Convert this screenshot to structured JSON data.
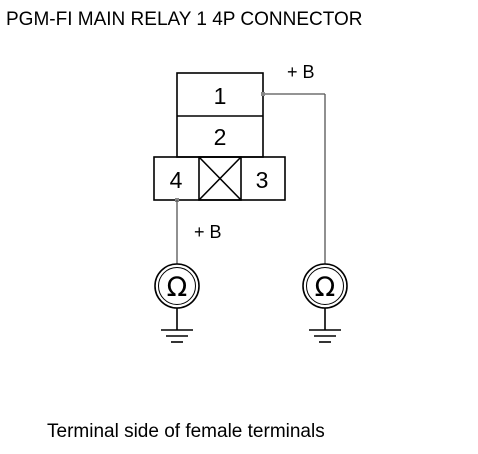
{
  "title": "PGM-FI MAIN RELAY 1 4P CONNECTOR",
  "connector": {
    "pins": {
      "pin1": "1",
      "pin2": "2",
      "pin3": "3",
      "pin4": "4"
    }
  },
  "probes": {
    "left": {
      "label": "+ B",
      "symbol": "Ω",
      "connects_to_pin": "4"
    },
    "right": {
      "label": "+ B",
      "symbol": "Ω",
      "connects_to_pin": "1"
    }
  },
  "caption": "Terminal side of female terminals",
  "colors": {
    "line": "#000000",
    "wire": "#555555",
    "background": "#ffffff"
  }
}
